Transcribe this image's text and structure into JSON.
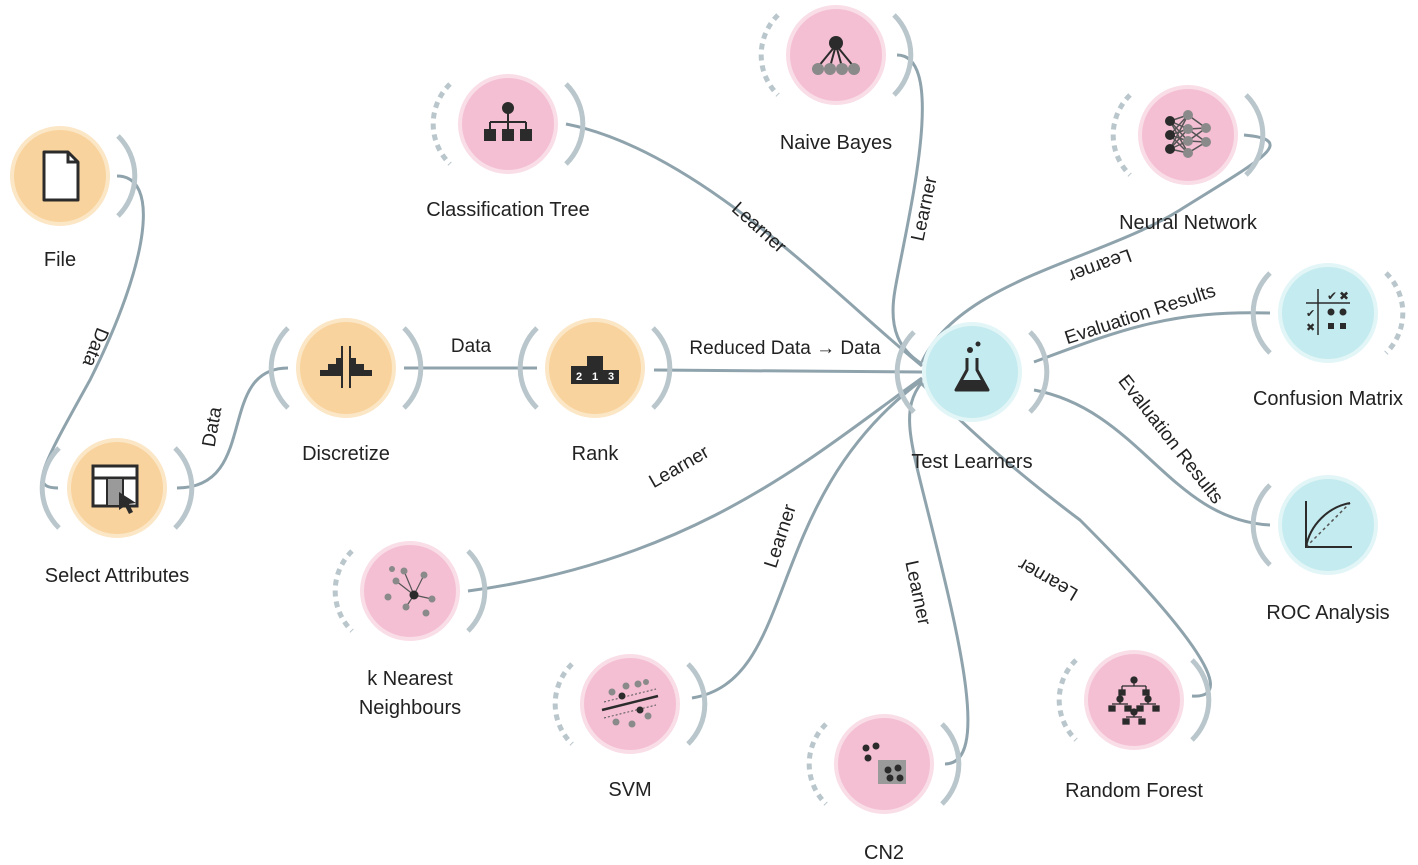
{
  "colors": {
    "link": "#8fa3ad",
    "orange_fill": "#f9d39d",
    "orange_ring": "#fbe6c6",
    "pink_fill": "#f4bfd3",
    "pink_ring": "#f9dde7",
    "teal_fill": "#c4ebef",
    "teal_ring": "#e2f5f7",
    "port": "#b9c6cc",
    "icon_dark": "#2b2b2b"
  },
  "nodes": {
    "file": {
      "label": "File",
      "icon": "file-icon"
    },
    "select_attributes": {
      "label": "Select Attributes",
      "icon": "select-columns-icon"
    },
    "discretize": {
      "label": "Discretize",
      "icon": "discretize-icon"
    },
    "rank": {
      "label": "Rank",
      "icon": "rank-podium-icon"
    },
    "classification_tree": {
      "label": "Classification Tree",
      "icon": "tree-icon"
    },
    "naive_bayes": {
      "label": "Naive Bayes",
      "icon": "bayes-network-icon"
    },
    "neural_network": {
      "label": "Neural Network",
      "icon": "neural-network-icon"
    },
    "test_learners": {
      "label": "Test Learners",
      "icon": "flask-icon"
    },
    "confusion_matrix": {
      "label": "Confusion Matrix",
      "icon": "confusion-matrix-icon"
    },
    "roc_analysis": {
      "label": "ROC Analysis",
      "icon": "roc-curve-icon"
    },
    "knn": {
      "label_line1": "k Nearest",
      "label_line2": "Neighbours",
      "icon": "knn-icon"
    },
    "svm": {
      "label": "SVM",
      "icon": "svm-icon"
    },
    "cn2": {
      "label": "CN2",
      "icon": "cn2-rules-icon"
    },
    "random_forest": {
      "label": "Random Forest",
      "icon": "random-forest-icon"
    }
  },
  "links": {
    "file_select": "Data",
    "select_discretize": "Data",
    "discretize_rank": "Data",
    "rank_test": "Reduced Data → Data",
    "tree_test": "Learner",
    "bayes_test": "Learner",
    "nn_test": "Learner",
    "knn_test": "Learner",
    "svm_test": "Learner",
    "cn2_test": "Learner",
    "rf_test": "Learner",
    "test_confusion": "Evaluation Results",
    "test_roc": "Evaluation Results"
  }
}
